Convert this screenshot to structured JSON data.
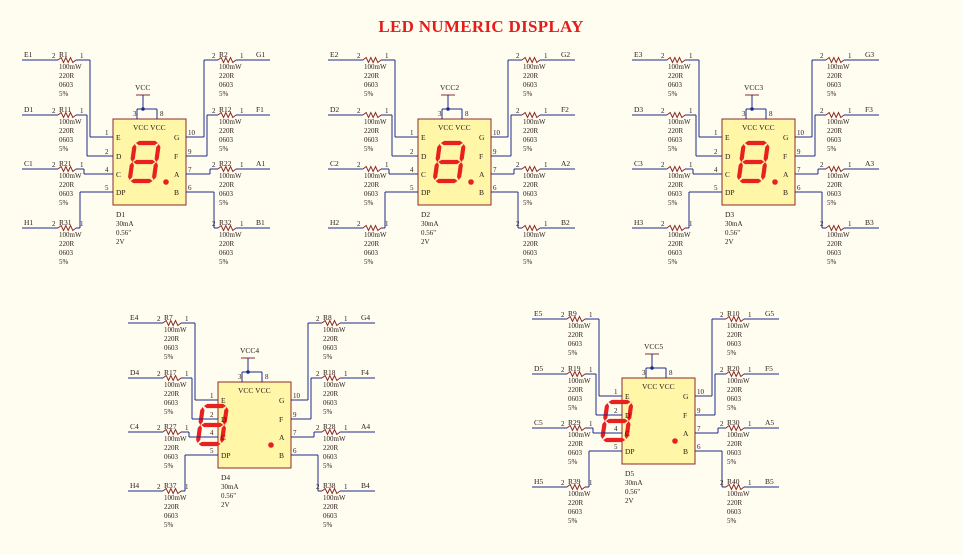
{
  "title": "LED NUMERIC DISPLAY",
  "colors": {
    "background": "#fffdf0",
    "title": "#e51c1c",
    "wire": "#1c2a8c",
    "component_outline": "#8a2a2a",
    "body_fill": "#fff6a8",
    "segment": "#e82020",
    "text": "#2a1a1a"
  },
  "resistor_spec": [
    "100mW",
    "220R",
    "0603",
    "5%"
  ],
  "display_spec": [
    "30mA",
    "0.56\"",
    "2V"
  ],
  "segment_pin_letters": [
    "E",
    "D",
    "C",
    "DP",
    "G",
    "F",
    "A",
    "B"
  ],
  "left_pin_numbers": [
    "1",
    "2",
    "4",
    "5"
  ],
  "right_pin_numbers": [
    "10",
    "9",
    "7",
    "6"
  ],
  "top_pin_numbers": [
    "3",
    "8"
  ],
  "vcc_pin_label": "VCC VCC",
  "resistor_pin_labels": [
    "2",
    "1"
  ],
  "digits": [
    {
      "designator": "D1",
      "vcc": "VCC",
      "left": [
        {
          "net": "E1",
          "resistor": "R1"
        },
        {
          "net": "D1",
          "resistor": "R11"
        },
        {
          "net": "C1",
          "resistor": "R21"
        },
        {
          "net": "H1",
          "resistor": "R31"
        }
      ],
      "right": [
        {
          "net": "G1",
          "resistor": "R2"
        },
        {
          "net": "F1",
          "resistor": "R12"
        },
        {
          "net": "A1",
          "resistor": "R22"
        },
        {
          "net": "B1",
          "resistor": "R32"
        }
      ]
    },
    {
      "designator": "D2",
      "vcc": "VCC2",
      "left": [
        {
          "net": "E2",
          "resistor": ""
        },
        {
          "net": "D2",
          "resistor": ""
        },
        {
          "net": "C2",
          "resistor": ""
        },
        {
          "net": "H2",
          "resistor": ""
        }
      ],
      "right": [
        {
          "net": "G2",
          "resistor": ""
        },
        {
          "net": "F2",
          "resistor": ""
        },
        {
          "net": "A2",
          "resistor": ""
        },
        {
          "net": "B2",
          "resistor": ""
        }
      ]
    },
    {
      "designator": "D3",
      "vcc": "VCC3",
      "left": [
        {
          "net": "E3",
          "resistor": ""
        },
        {
          "net": "D3",
          "resistor": ""
        },
        {
          "net": "C3",
          "resistor": ""
        },
        {
          "net": "H3",
          "resistor": ""
        }
      ],
      "right": [
        {
          "net": "G3",
          "resistor": ""
        },
        {
          "net": "F3",
          "resistor": ""
        },
        {
          "net": "A3",
          "resistor": ""
        },
        {
          "net": "B3",
          "resistor": ""
        }
      ]
    },
    {
      "designator": "D4",
      "vcc": "VCC4",
      "left": [
        {
          "net": "E4",
          "resistor": "R7"
        },
        {
          "net": "D4",
          "resistor": "R17"
        },
        {
          "net": "C4",
          "resistor": "R27"
        },
        {
          "net": "H4",
          "resistor": "R37"
        }
      ],
      "right": [
        {
          "net": "G4",
          "resistor": "R8"
        },
        {
          "net": "F4",
          "resistor": "R18"
        },
        {
          "net": "A4",
          "resistor": "R28"
        },
        {
          "net": "B4",
          "resistor": "R38"
        }
      ]
    },
    {
      "designator": "D5",
      "vcc": "VCC5",
      "left": [
        {
          "net": "E5",
          "resistor": "R9"
        },
        {
          "net": "D5",
          "resistor": "R19"
        },
        {
          "net": "C5",
          "resistor": "R29"
        },
        {
          "net": "H5",
          "resistor": "R39"
        }
      ],
      "right": [
        {
          "net": "G5",
          "resistor": "R10"
        },
        {
          "net": "F5",
          "resistor": "R20"
        },
        {
          "net": "A5",
          "resistor": "R30"
        },
        {
          "net": "B5",
          "resistor": "R40"
        }
      ]
    }
  ]
}
